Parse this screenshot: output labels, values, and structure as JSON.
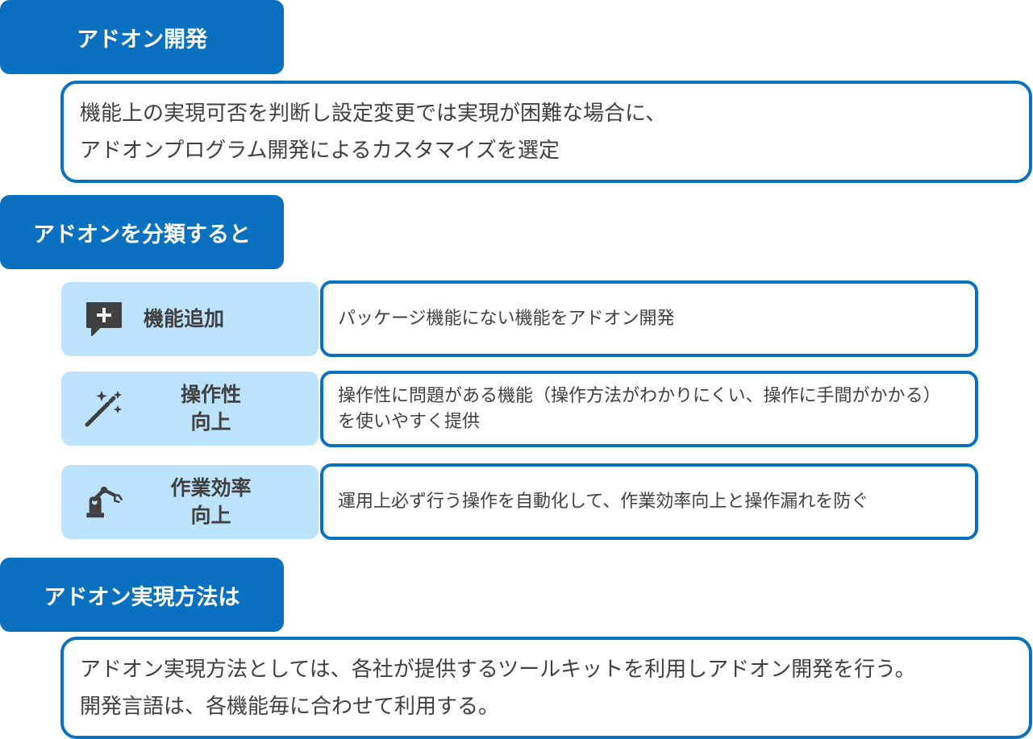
{
  "section1": {
    "title": "アドオン開発",
    "line1": "機能上の実現可否を判断し設定変更では実現が困難な場合に、",
    "line2": "アドオンプログラム開発によるカスタマイズを選定"
  },
  "section2": {
    "title": "アドオンを分類すると",
    "categories": [
      {
        "icon": "add-comment-icon",
        "label": "機能追加",
        "description": "パッケージ機能にない機能をアドオン開発"
      },
      {
        "icon": "magic-wand-icon",
        "label": "操作性\n向上",
        "description": "操作性に問題がある機能（操作方法がわかりにくい、操作に手間がかかる）を使いやすく提供"
      },
      {
        "icon": "robot-arm-icon",
        "label": "作業効率\n向上",
        "description": "運用上必ず行う操作を自動化して、作業効率向上と操作漏れを防ぐ"
      }
    ]
  },
  "section3": {
    "title": "アドオン実現方法は",
    "line1": "アドオン実現方法としては、各社が提供するツールキットを利用しアドオン開発を行う。",
    "line2": "開発言語は、各機能毎に合わせて利用する。"
  },
  "colors": {
    "primary": "#0a71c0",
    "category_bg": "#bde2fb",
    "text": "#404040"
  }
}
